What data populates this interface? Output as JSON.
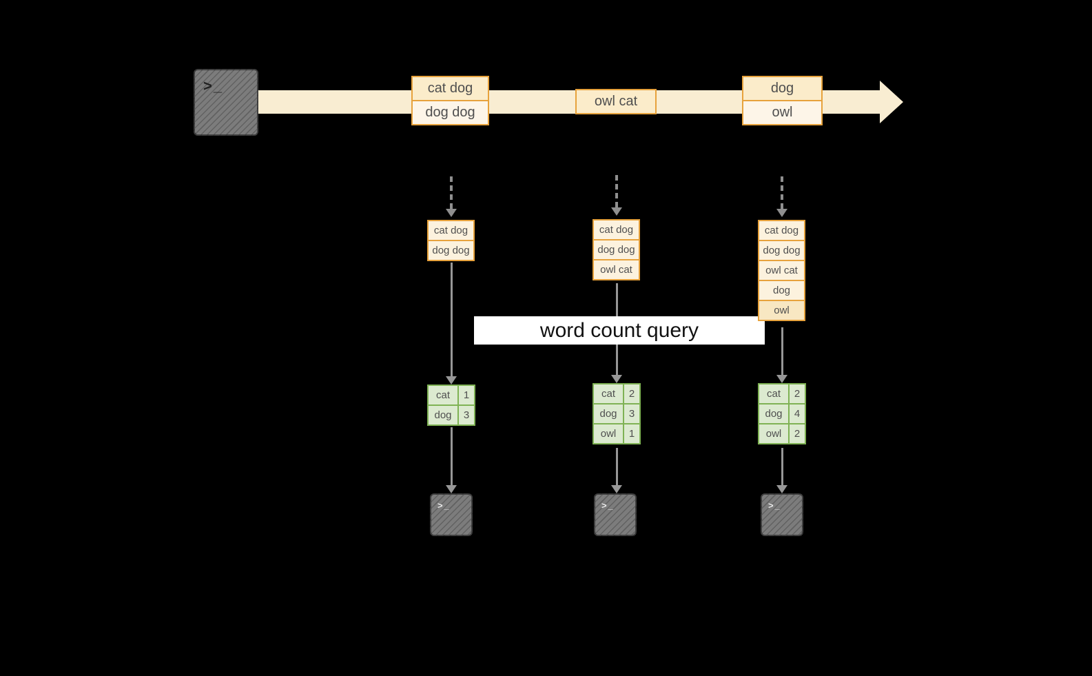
{
  "background_color": "#000000",
  "colors": {
    "stream_band": "#f9edd2",
    "event_border": "#e7a23c",
    "event_fill": "#fcf2de",
    "event_fill_accent": "#fbecca",
    "table_border": "#7fb254",
    "table_fill": "#dcead0",
    "arrow_gray": "#979797",
    "terminal_fill": "#7c7c7c",
    "banner_bg": "#ffffff"
  },
  "banner": {
    "label": "word count query"
  },
  "terminal": {
    "prompt": ">_"
  },
  "stream": {
    "events": [
      {
        "rows": [
          "cat dog",
          "dog dog"
        ]
      },
      {
        "rows": [
          "owl cat"
        ]
      },
      {
        "rows": [
          "dog",
          "owl"
        ]
      }
    ]
  },
  "snapshots": [
    {
      "buffer": [
        "cat dog",
        "dog dog"
      ],
      "counts": [
        {
          "word": "cat",
          "value": "1"
        },
        {
          "word": "dog",
          "value": "3"
        }
      ]
    },
    {
      "buffer": [
        "cat dog",
        "dog dog",
        "owl cat"
      ],
      "counts": [
        {
          "word": "cat",
          "value": "2"
        },
        {
          "word": "dog",
          "value": "3"
        },
        {
          "word": "owl",
          "value": "1"
        }
      ]
    },
    {
      "buffer": [
        "cat dog",
        "dog dog",
        "owl cat",
        "dog",
        "owl"
      ],
      "counts": [
        {
          "word": "cat",
          "value": "2"
        },
        {
          "word": "dog",
          "value": "4"
        },
        {
          "word": "owl",
          "value": "2"
        }
      ]
    }
  ]
}
